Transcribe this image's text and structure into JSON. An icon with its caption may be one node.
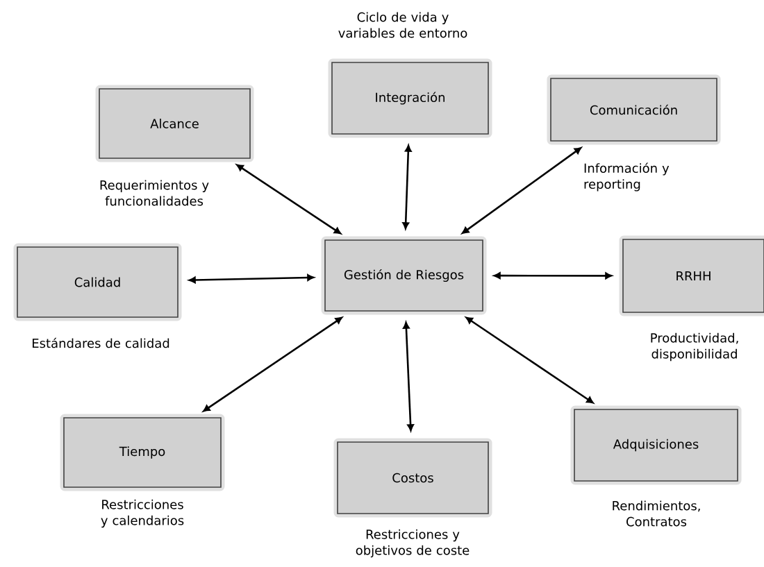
{
  "diagram": {
    "nodes": [
      {
        "text": [
          "Gestión de Riesgos"
        ]
      },
      {
        "text": [
          "Integración"
        ],
        "beside": [
          "Ciclo de vida y variables de entorno"
        ]
      },
      {
        "text": [
          "Alcance"
        ],
        "beside": [
          "Requerimientos y funcionalidades"
        ]
      },
      {
        "text": [
          "Comunicación"
        ],
        "beside": [
          "Información y reporting"
        ]
      },
      {
        "text": [
          "Calidad"
        ],
        "beside": [
          "Estándares de calidad"
        ]
      },
      {
        "text": [
          "RRHH"
        ],
        "beside": [
          "Productividad, disponibilidad"
        ]
      },
      {
        "text": [
          "Tiempo"
        ],
        "beside": [
          "Restricciones y calendarios"
        ]
      },
      {
        "text": [
          "Costos"
        ],
        "beside": [
          "Restricciones y objetivos de coste"
        ]
      },
      {
        "text": [
          "Adquisiciones"
        ],
        "beside": [
          "Rendimientos, Contratos"
        ]
      }
    ],
    "edges": [
      {
        "from": 0,
        "to": 1,
        "arrow": "both"
      },
      {
        "from": 0,
        "to": 2,
        "arrow": "both"
      },
      {
        "from": 0,
        "to": 3,
        "arrow": "both"
      },
      {
        "from": 0,
        "to": 4,
        "arrow": "both"
      },
      {
        "from": 0,
        "to": 5,
        "arrow": "both"
      },
      {
        "from": 0,
        "to": 6,
        "arrow": "both"
      },
      {
        "from": 0,
        "to": 7,
        "arrow": "both"
      },
      {
        "from": 0,
        "to": 8,
        "arrow": "both"
      }
    ]
  }
}
